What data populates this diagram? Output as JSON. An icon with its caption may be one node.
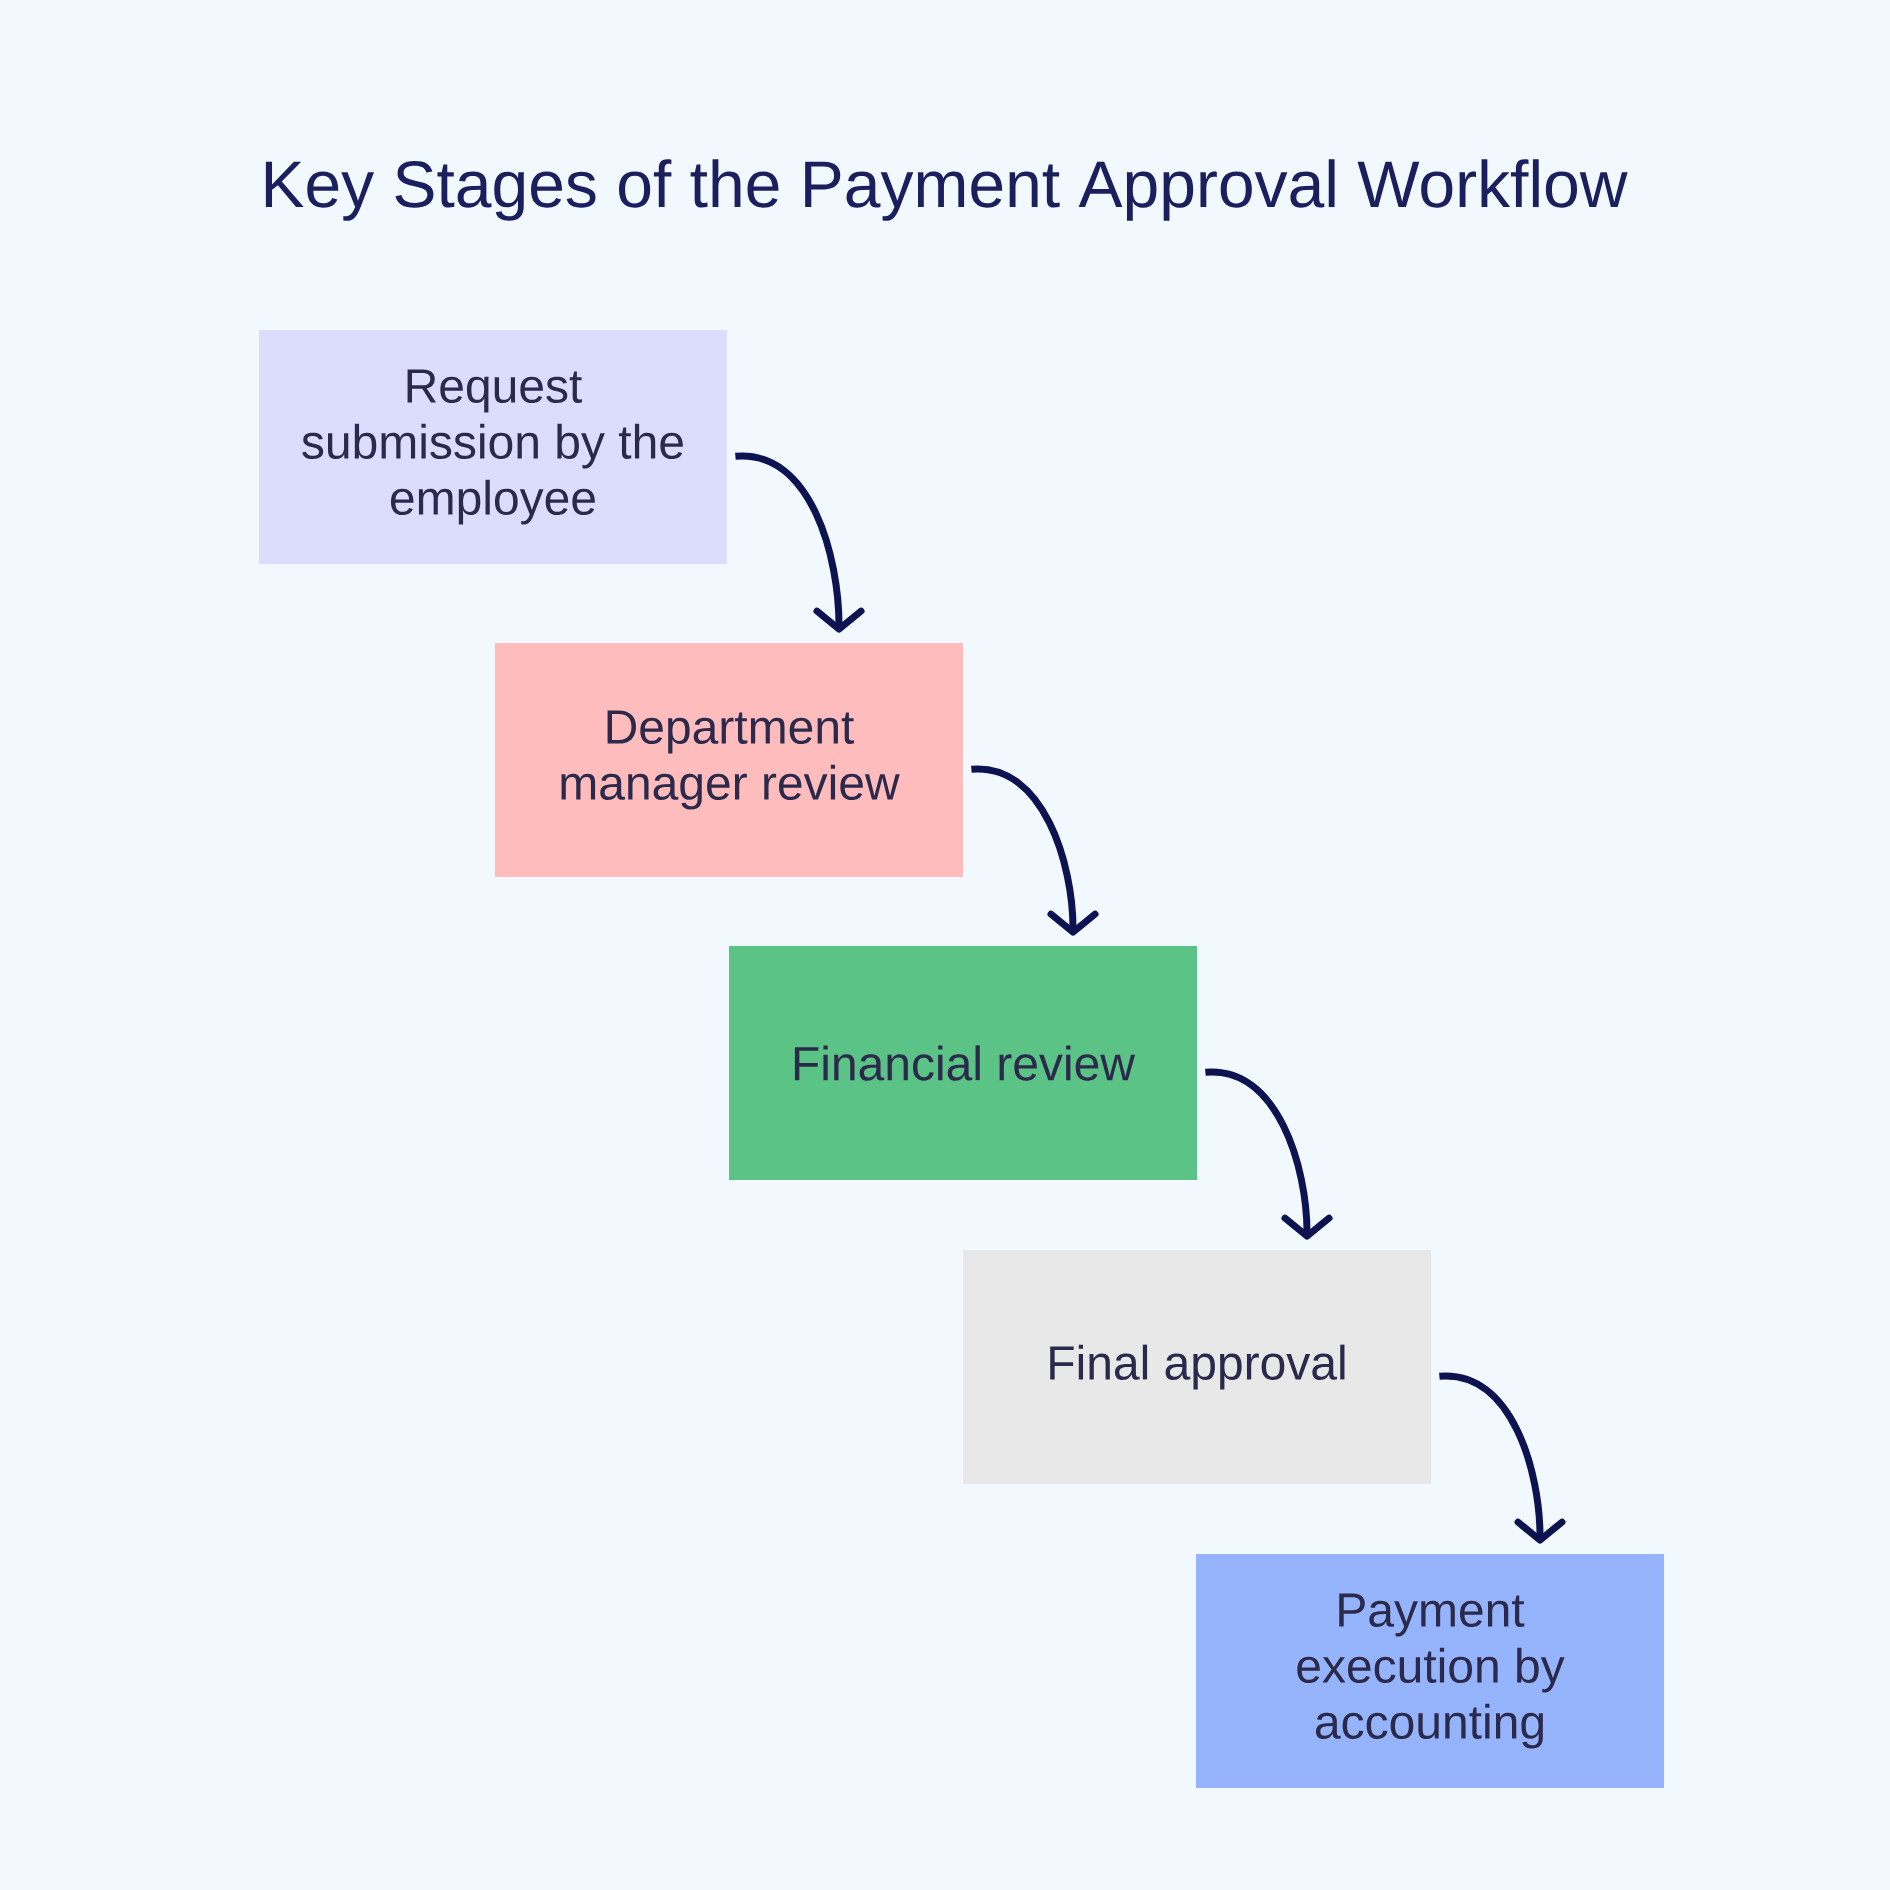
{
  "diagram": {
    "title": "Key Stages of the Payment Approval Workflow",
    "nodes": [
      {
        "text": [
          "Request submission by the employee"
        ]
      },
      {
        "text": [
          "Department manager review"
        ]
      },
      {
        "text": [
          "Financial review"
        ]
      },
      {
        "text": [
          "Final approval"
        ]
      },
      {
        "text": [
          "Payment execution by accounting"
        ]
      }
    ],
    "edges": [
      {
        "from": 0,
        "to": 1,
        "arrow": "to"
      },
      {
        "from": 1,
        "to": 2,
        "arrow": "to"
      },
      {
        "from": 2,
        "to": 3,
        "arrow": "to"
      },
      {
        "from": 3,
        "to": 4,
        "arrow": "to"
      }
    ]
  }
}
